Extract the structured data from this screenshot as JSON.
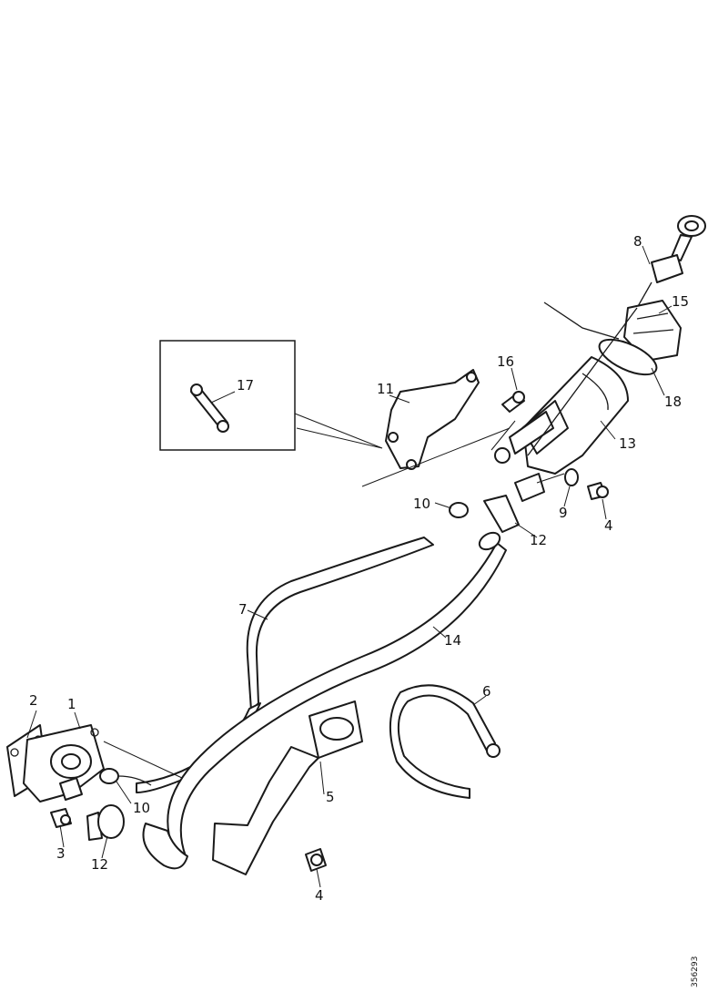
{
  "labels": {
    "l1": "1",
    "l2": "2",
    "l3": "3",
    "l4a": "4",
    "l4b": "4",
    "l5": "5",
    "l6": "6",
    "l7": "7",
    "l8": "8",
    "l9": "9",
    "l10a": "10",
    "l10b": "10",
    "l11": "11",
    "l12a": "12",
    "l12b": "12",
    "l13": "13",
    "l14": "14",
    "l15": "15",
    "l16": "16",
    "l17": "17",
    "l18": "18"
  },
  "doc_id": "356293"
}
